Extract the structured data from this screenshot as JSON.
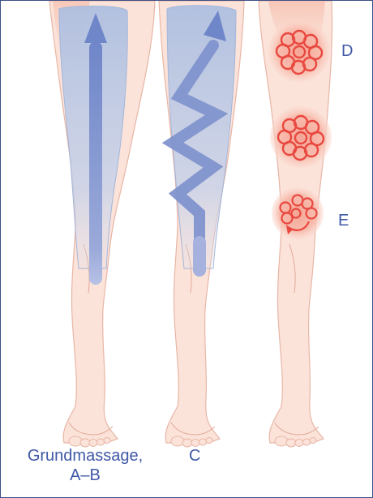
{
  "labels": {
    "d": "D",
    "e": "E",
    "caption_left_line1": "Grundmassage,",
    "caption_left_line2": "A–B",
    "caption_middle": "C"
  },
  "colors": {
    "skin": "#fbe3da",
    "skin_outline": "#e8b6a6",
    "arrow_blue": "#7b8fcc",
    "arrow_fill": "#a8b9dd",
    "overlay_blue": "#b9cbe3",
    "spiral_red": "#e8483f",
    "spiral_bg": "#f6b0a0",
    "text": "#3f58a6",
    "border": "#3d4f86"
  }
}
